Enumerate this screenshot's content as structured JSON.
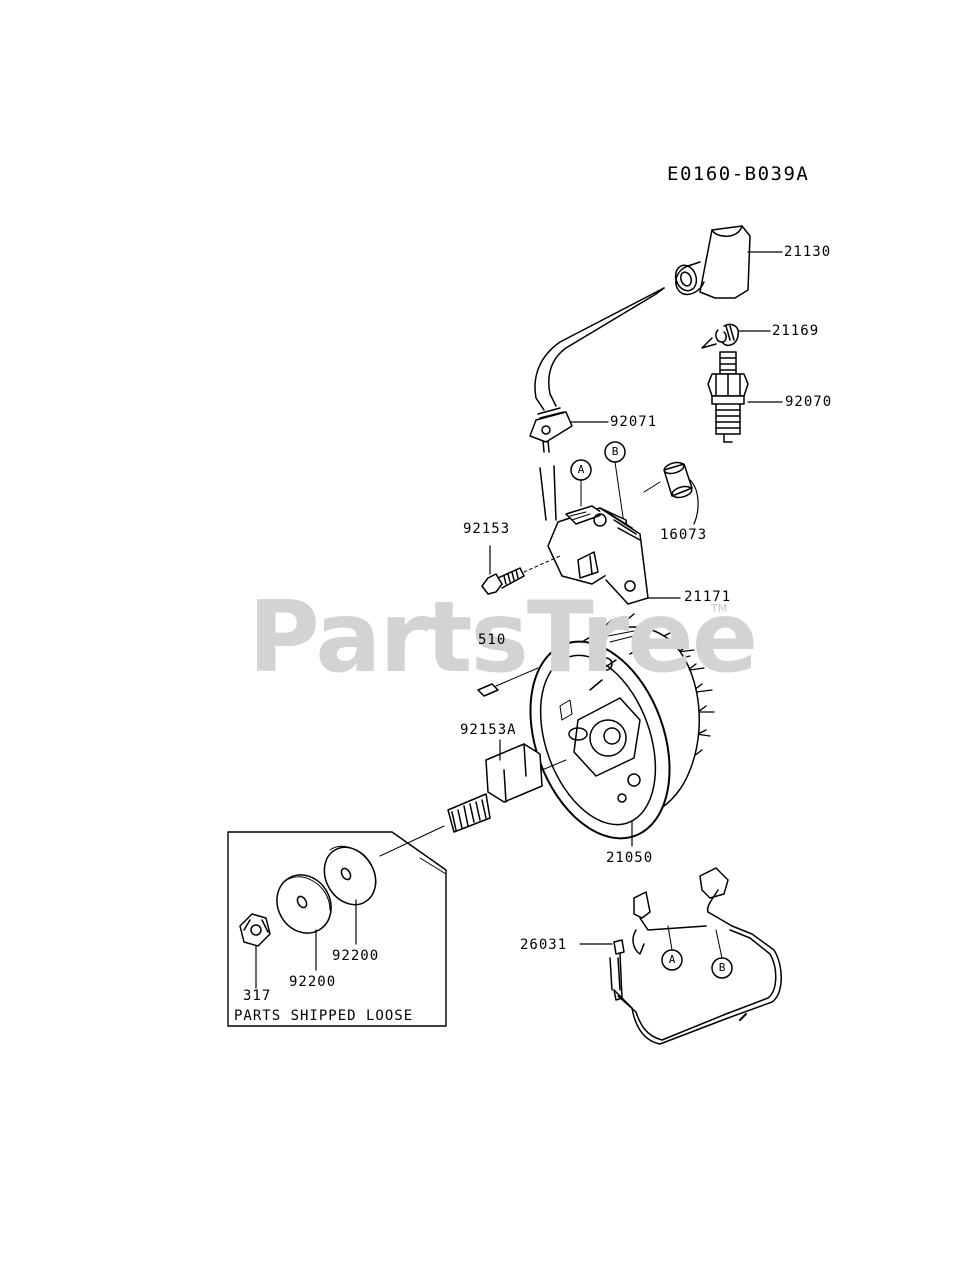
{
  "diagram": {
    "code": "E0160-B039A",
    "watermark": "PartsTree",
    "watermark_tm": "TM",
    "loose_box_caption": "PARTS SHIPPED LOOSE"
  },
  "parts": {
    "p21130": "21130",
    "p21169": "21169",
    "p92070": "92070",
    "p92071": "92071",
    "p16073": "16073",
    "p92153": "92153",
    "p21171": "21171",
    "p510": "510",
    "p92153A": "92153A",
    "p21050": "21050",
    "p26031": "26031",
    "p317": "317",
    "p92200a": "92200",
    "p92200b": "92200"
  },
  "callouts": {
    "a_top": "A",
    "b_top": "B",
    "a_bottom": "A",
    "b_bottom": "B"
  }
}
